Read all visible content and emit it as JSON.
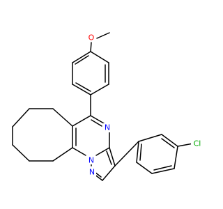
{
  "molecule": {
    "atom_labels": {
      "oxygen": "O",
      "n_pyrimidine": "N",
      "n_bridge": "N",
      "n_pyrazole": "N",
      "chlorine": "Cl"
    },
    "colors": {
      "bond": "#000000",
      "oxygen": "#ff0000",
      "nitrogen": "#0000ff",
      "chlorine": "#00aa00"
    }
  }
}
